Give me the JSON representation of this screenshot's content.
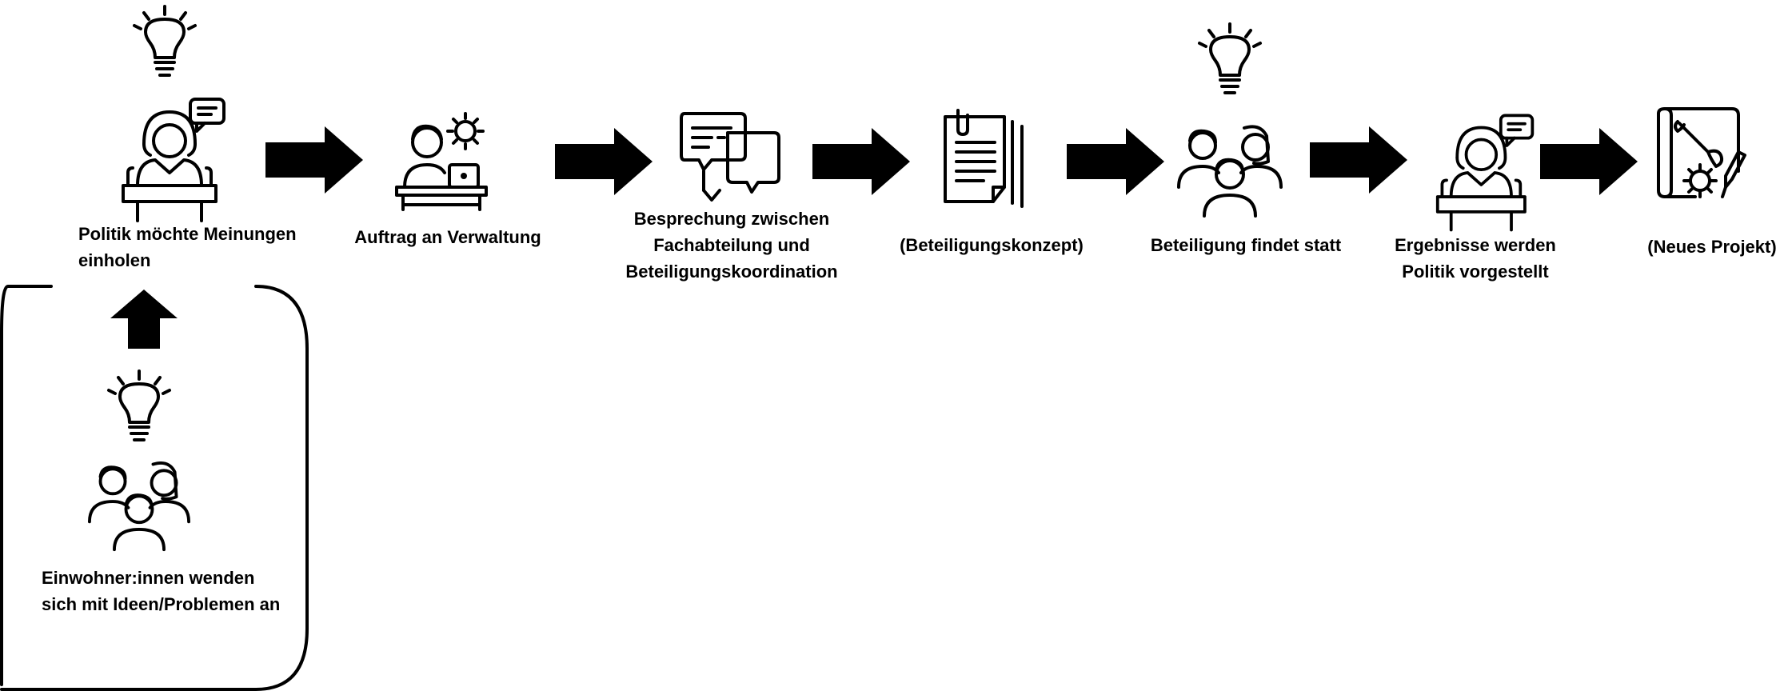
{
  "steps": [
    {
      "icon": "person-at-desk-speech-icon",
      "label": "Politik möchte Meinungen\neinholen",
      "has_idea": true
    },
    {
      "icon": "worker-with-laptop-gear-icon",
      "label": "Auftrag an Verwaltung",
      "has_idea": false
    },
    {
      "icon": "chat-bubbles-icon",
      "label": "Besprechung zwischen\nFachabteilung und\nBeteiligungskoordination",
      "has_idea": false
    },
    {
      "icon": "document-stack-icon",
      "label": "(Beteiligungskonzept)",
      "has_idea": false
    },
    {
      "icon": "group-of-people-icon",
      "label": "Beteiligung findet statt",
      "has_idea": true
    },
    {
      "icon": "person-at-desk-speech-icon",
      "label": "Ergebnisse werden\nPolitik vorgestellt",
      "has_idea": false
    },
    {
      "icon": "blueprint-tools-icon",
      "label": "(Neues Projekt)",
      "has_idea": false
    }
  ],
  "origin": {
    "icon": "group-of-people-icon",
    "label": "Einwohner:innen wenden\nsich mit Ideen/Problemen an",
    "has_idea": true
  },
  "colors": {
    "line": "#000000",
    "background": "#ffffff"
  }
}
